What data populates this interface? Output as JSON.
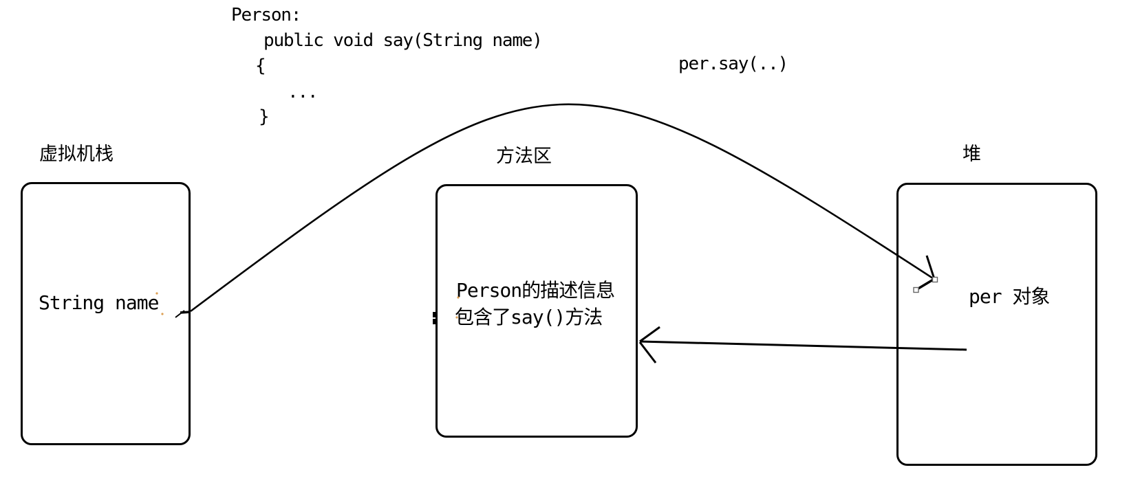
{
  "code": {
    "lines": [
      "Person:",
      "public void say(String name)",
      "{",
      "...",
      "}"
    ]
  },
  "call_label": "per.say(..)",
  "regions": {
    "stack": {
      "label": "虚拟机栈",
      "content": "String name"
    },
    "method": {
      "label": "方法区",
      "line1": "Person的描述信息",
      "line2": "包含了say()方法"
    },
    "heap": {
      "label": "堆",
      "content": "per 对象"
    }
  },
  "colors": {
    "stroke": "#000000",
    "background": "#ffffff",
    "handle_fill": "#ffffff",
    "handle_border": "#666666",
    "speck": "#d4882a"
  }
}
